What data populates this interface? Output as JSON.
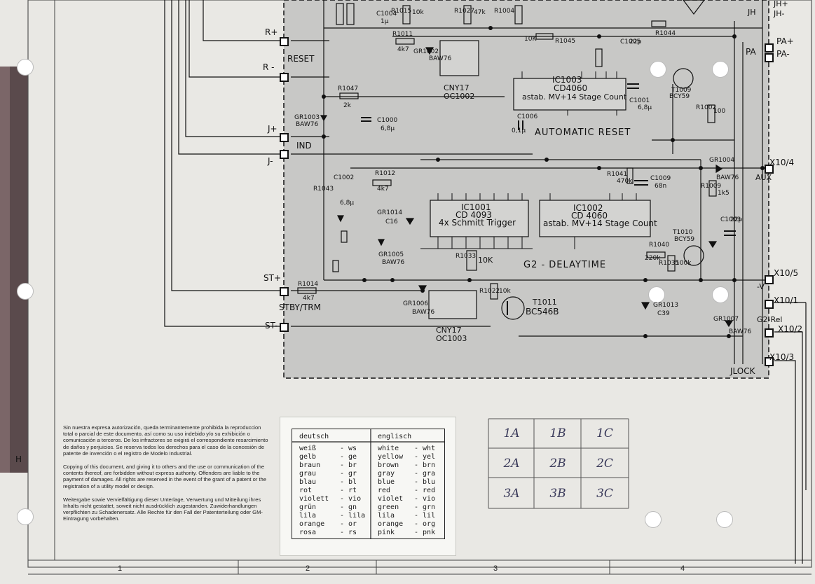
{
  "schematic": {
    "connectors": {
      "r_plus": "R+",
      "r_minus": "R -",
      "reset": "RESET",
      "j_plus": "J+",
      "ind": "IND",
      "j_minus": "J-",
      "st_plus": "ST+",
      "stby_trm": "STBY/TRM",
      "st_minus": "ST-",
      "jh": "JH",
      "jh_plus": "JH+",
      "jh_minus": "JH-",
      "pa": "PA",
      "pa_plus": "PA+",
      "pa_minus": "PA-",
      "x10_4": "X10/4",
      "aux": "AUX",
      "x10_5": "X10/5",
      "minus_v": "-V",
      "x10_1": "X10/1",
      "g2_rel": "G2-Rel",
      "x10_2": "X10/2",
      "x10_3": "X10/3",
      "jlock": "JLOCK"
    },
    "ic1003": {
      "name": "IC1003",
      "type": "CD4060",
      "desc": "astab. MV+14 Stage Count"
    },
    "ic1001": {
      "name": "IC1001",
      "type": "CD 4093",
      "desc": "4x Schmitt Trigger"
    },
    "ic1002": {
      "name": "IC1002",
      "type": "CD 4060",
      "desc": "astab. MV+14 Stage Count"
    },
    "automatic_reset": "AUTOMATIC RESET",
    "g2_delaytime": "G2 - DELAYTIME",
    "parts": {
      "r1011": "R1011",
      "r1011_val": "4k7",
      "r1047": "R1047",
      "r1047_val": "2k",
      "c1000": "C1000",
      "c1000_val": "6,8µ",
      "c1004": "C1004",
      "c1004_val": "1µ",
      "r1015": "R1015",
      "r1015_val": "10k",
      "r1027": "R1027",
      "r1027_val": "47k",
      "r1045": "R1045",
      "r1045_val": "10K",
      "c1005": "C1005",
      "c1005_val": "22p",
      "c1006": "C1006",
      "c1006_val": "0,1µ",
      "c1001": "C1001",
      "c1001_val": "6,8µ",
      "t1009": "T1009",
      "t1009_type": "BCY59",
      "r1002": "R1002",
      "r1002_val": "100",
      "gr1002": "GR1002",
      "gr1002_type": "BAW76",
      "gr1003": "GR1003",
      "gr1003_type": "BAW76",
      "cny17_a": "CNY17",
      "oc1002": "OC1002",
      "r1012": "R1012",
      "r1012_val": "4k7",
      "c1002": "C1002",
      "c1002_val": "6,8µ",
      "gr1014": "GR1014",
      "gr1014_val": "C16",
      "r1043": "R1043",
      "gr1004": "GR1004",
      "gr1004_type": "BAW76",
      "r1009": "R1009",
      "r1009_val": "1k5",
      "c1003": "C1003",
      "c1003_val": "22p",
      "c1009": "C1009",
      "c1009_val": "68n",
      "r1041": "R1041",
      "r1041_val": "470k",
      "t1010": "T1010",
      "t1010_type": "BCY59",
      "r1040": "R1040",
      "r1040_val": "220k",
      "r1035": "R1035",
      "r1035_val": "100k",
      "gr1005": "GR1005",
      "gr1005_type": "BAW76",
      "r1033": "R1033",
      "r1033_val": "10K",
      "r1014": "R1014",
      "r1014_val": "4k7",
      "gr1006": "GR1006",
      "gr1006_type": "BAW76",
      "cny17_b": "CNY17",
      "oc1003": "OC1003",
      "r1022": "R1022",
      "r1022_val": "10k",
      "t1011": "T1011",
      "t1011_type": "BC546B",
      "gr1013": "GR1013",
      "gr1013_val": "C39",
      "gr1007": "GR1007",
      "gr1007_type": "BAW76",
      "r1044": "R1044",
      "r1004": "R1004"
    },
    "grid_h": "H"
  },
  "legal": {
    "spanish": "Sin nuestra expresa autorización, queda terminantemente prohibida la reproduccion total o parcial de este documento, así como su uso indebido y/o su exhibición o comunicación a terceros. De los infractores se exigirá el correspondiente resarcimiento de daños y perjuicios. Se reserva todos los derechos para el caso de la concesión de patente de invención o el registro de Modelo Industrial.",
    "english": "Copying of this document, and giving it to others and the use or communication of the contents thereof, are forbidden without express authority. Offenders are liable to the payment of damages. All rights are reserved in the event of the grant of a patent or the registration of a utility model or design.",
    "german": "Weitergabe sowie Vervielfältigung dieser Unterlage, Verwertung und Mitteilung ihres Inhalts nicht gestattet, soweit nicht ausdrücklich zugestanden. Zuwiderhandlungen verpflichten zu Schadenersatz. Alle Rechte für den Fall der Patenterteilung oder GM-Eintragung vorbehalten."
  },
  "color_table": {
    "header_de": "deutsch",
    "header_en": "englisch",
    "rows": [
      {
        "de": "weiß",
        "de_abbr": "- ws",
        "en": "white",
        "en_abbr": "- wht"
      },
      {
        "de": "gelb",
        "de_abbr": "- ge",
        "en": "yellow",
        "en_abbr": "- yel"
      },
      {
        "de": "braun",
        "de_abbr": "- br",
        "en": "brown",
        "en_abbr": "- brn"
      },
      {
        "de": "grau",
        "de_abbr": "- gr",
        "en": "gray",
        "en_abbr": "- gra"
      },
      {
        "de": "blau",
        "de_abbr": "- bl",
        "en": "blue",
        "en_abbr": "- blu"
      },
      {
        "de": "rot",
        "de_abbr": "- rt",
        "en": "red",
        "en_abbr": "- red"
      },
      {
        "de": "violett",
        "de_abbr": "- vio",
        "en": "violet",
        "en_abbr": "- vio"
      },
      {
        "de": "grün",
        "de_abbr": "- gn",
        "en": "green",
        "en_abbr": "- grn"
      },
      {
        "de": "lila",
        "de_abbr": "- lila",
        "en": "lila",
        "en_abbr": "- lil"
      },
      {
        "de": "orange",
        "de_abbr": "- or",
        "en": "orange",
        "en_abbr": "- org"
      },
      {
        "de": "rosa",
        "de_abbr": "- rs",
        "en": "pink",
        "en_abbr": "- pnk"
      }
    ]
  },
  "handwritten_grid": [
    [
      "1A",
      "1B",
      "1C"
    ],
    [
      "2A",
      "2B",
      "2C"
    ],
    [
      "3A",
      "3B",
      "3C"
    ]
  ],
  "column_numbers": [
    "1",
    "2",
    "3",
    "4"
  ],
  "colors": {
    "paper": "#e9e8e4",
    "shaded_area": "#c8c8c6",
    "ink": "#111111",
    "handwriting": "#3a3a5a"
  }
}
